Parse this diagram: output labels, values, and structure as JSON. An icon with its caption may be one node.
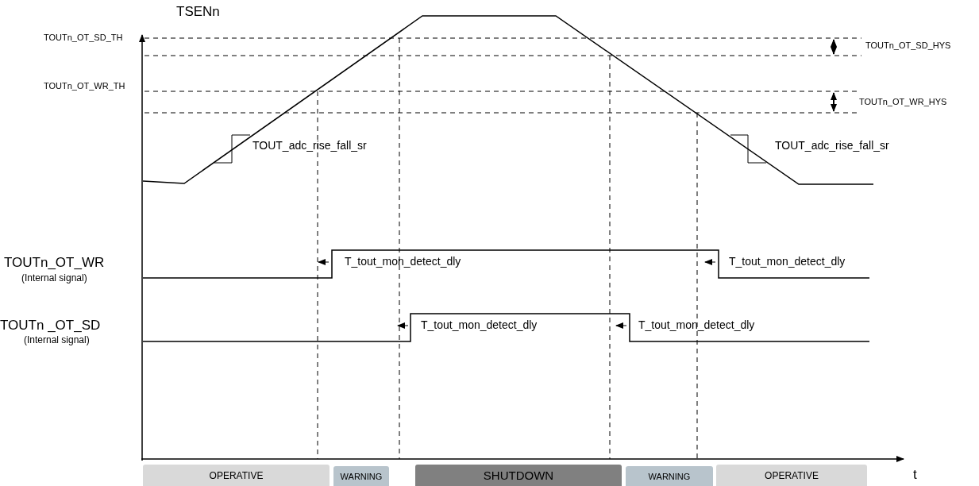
{
  "diagram": {
    "nodes": [
      {
        "text": [
          "OPERATIVE"
        ]
      },
      {
        "text": [
          "WARNING"
        ]
      },
      {
        "text": [
          "SHUTDOWN"
        ]
      },
      {
        "text": [
          "WARNING"
        ]
      },
      {
        "text": [
          "OPERATIVE"
        ]
      }
    ],
    "labels": [
      "TSENn",
      "TOUTn_OT_SD_TH",
      "TOUTn_OT_SD_HYS",
      "TOUTn_OT_WR_TH",
      "TOUTn_OT_WR_HYS",
      "TOUT_adc_rise_fall_sr",
      "TOUT_adc_rise_fall_sr",
      "TOUTn_OT_WR",
      "(Internal signal)",
      "T_tout_mon_detect_dly",
      "T_tout_mon_detect_dly",
      "TOUTn _OT_SD",
      "(Internal signal)",
      "T_tout_mon_detect_dly",
      "T_tout_mon_detect_dly",
      "t"
    ]
  }
}
